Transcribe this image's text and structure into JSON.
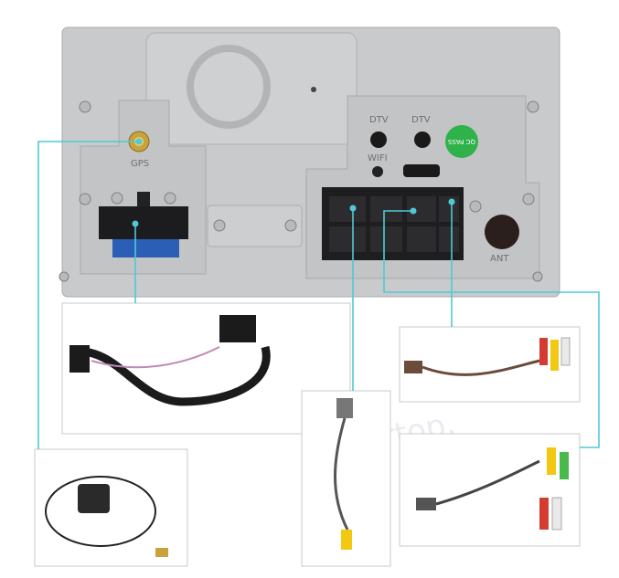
{
  "unit": {
    "labels": {
      "gps": "GPS",
      "dtv_1": "DTV",
      "dtv_2": "DTV",
      "wifi": "WIFI",
      "ant": "ANT",
      "qc_badge": "QC PASS"
    },
    "body_color": "#c9cacc"
  },
  "connector_line_color": "#4fc9d6",
  "watermark": "playertop.",
  "accessories": [
    {
      "name": "power-harness"
    },
    {
      "name": "rca-audio-cable"
    },
    {
      "name": "camera-cable"
    },
    {
      "name": "gps-antenna"
    },
    {
      "name": "rca-av-cable"
    }
  ]
}
